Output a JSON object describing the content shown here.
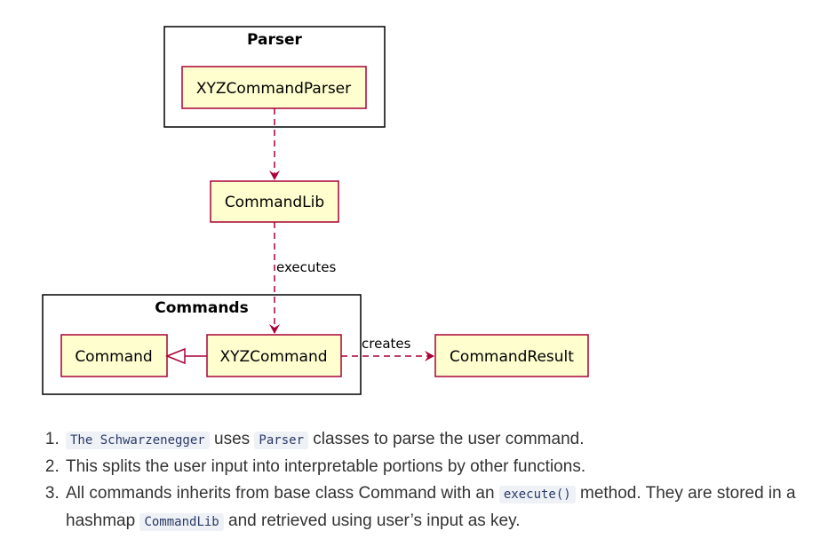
{
  "diagram": {
    "packages": {
      "parser": "Parser",
      "commands": "Commands"
    },
    "classes": {
      "xyz_command_parser": "XYZCommandParser",
      "command_lib": "CommandLib",
      "command": "Command",
      "xyz_command": "XYZCommand",
      "command_result": "CommandResult"
    },
    "edges": {
      "executes": "executes",
      "creates": "creates"
    },
    "colors": {
      "class_fill": "#FEFECE",
      "border": "#A80036",
      "arrow": "#A80036"
    }
  },
  "steps": [
    {
      "code": "The Schwarzenegger",
      "text": " uses ",
      "code2": "Parser",
      "text2": " classes to parse the user command."
    },
    {
      "text": "This splits the user input into interpretable portions by other functions."
    },
    {
      "text": "All commands inherits from base class Command with an ",
      "code": "execute()",
      "text2": " method. They are stored in a hashmap ",
      "code2": "CommandLib",
      "text3": " and retrieved using user’s input as key."
    }
  ]
}
